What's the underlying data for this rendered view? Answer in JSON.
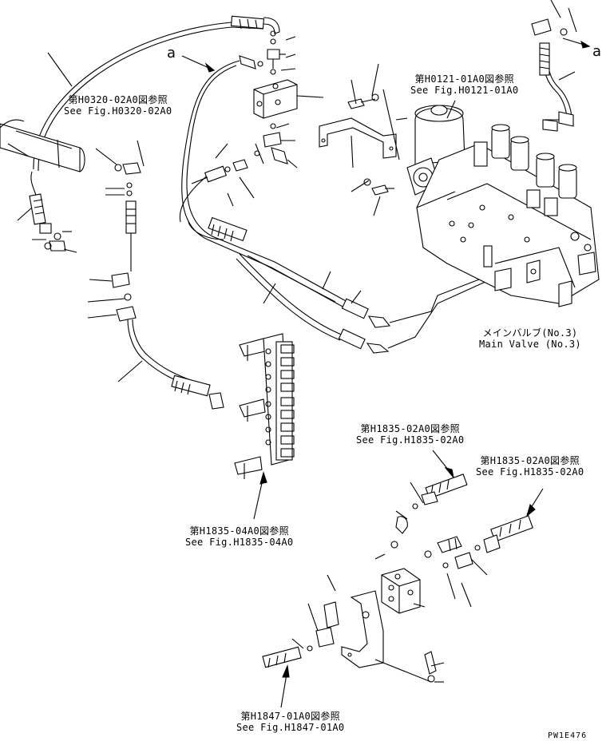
{
  "markers": {
    "left": "a",
    "right": "a"
  },
  "references": [
    {
      "jp": "第H0320-02A0図参照",
      "en": "See Fig.H0320-02A0"
    },
    {
      "jp": "第H0121-01A0図参照",
      "en": "See Fig.H0121-01A0"
    },
    {
      "jp": "第H1835-02A0図参照",
      "en": "See Fig.H1835-02A0"
    },
    {
      "jp": "第H1835-02A0図参照",
      "en": "See Fig.H1835-02A0"
    },
    {
      "jp": "第H1835-04A0図参照",
      "en": "See Fig.H1835-04A0"
    },
    {
      "jp": "第H1847-01A0図参照",
      "en": "See Fig.H1847-01A0"
    }
  ],
  "main_valve": {
    "jp": "メインバルブ(No.3)",
    "en": "Main Valve (No.3)"
  },
  "drawing_code": "PW1E476"
}
